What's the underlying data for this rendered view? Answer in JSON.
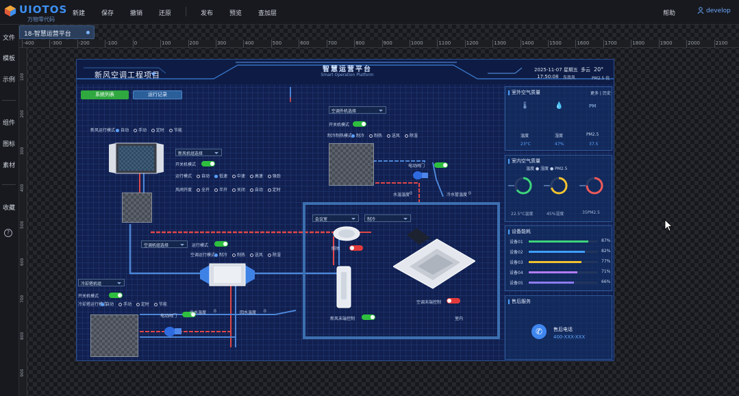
{
  "app": {
    "logo_text": "UIOTOS",
    "logo_sub": "万物零代码",
    "menu": [
      {
        "label": "新建"
      },
      {
        "label": "保存"
      },
      {
        "label": "撤销"
      },
      {
        "label": "还原"
      },
      {
        "label": "发布"
      },
      {
        "label": "预览"
      },
      {
        "label": "查加层"
      }
    ],
    "help_label": "帮助",
    "user_label": "develop"
  },
  "sidebar": {
    "items": [
      {
        "label": "文件"
      },
      {
        "label": "模板"
      },
      {
        "label": "示例"
      },
      {
        "label": "组件"
      },
      {
        "label": "图标"
      },
      {
        "label": "素材"
      },
      {
        "label": "收藏"
      }
    ],
    "help_glyph": "?"
  },
  "tab": {
    "label": "18-智慧运营平台"
  },
  "ruler": {
    "top_ticks": [
      "-400",
      "-300",
      "-200",
      "-100",
      "0",
      "100",
      "200",
      "300",
      "400",
      "500",
      "600",
      "700",
      "800",
      "900",
      "1000",
      "1100",
      "1200",
      "1300",
      "1400",
      "1500",
      "1600",
      "1700",
      "1800",
      "1900",
      "2000",
      "2100"
    ],
    "left_ticks": [
      "100",
      "200",
      "300",
      "400",
      "500",
      "600",
      "700",
      "800",
      "900"
    ]
  },
  "canvas": {
    "project_title": "新风空调工程项目",
    "platform_title": "智慧运营平台",
    "platform_sub": "Smart Operation Platform",
    "date": "2025-11-07 星期五",
    "time": "17:50:08",
    "weather": "多云",
    "wind": "东南风",
    "temp": "20°",
    "temp_sub": "PM2.5 优",
    "btn_system": "系统列表",
    "btn_records": "运行记录",
    "fresh_air": {
      "mode_label": "新风运行模式",
      "mode_options": [
        "自动",
        "手动",
        "定时",
        "节能"
      ],
      "select_value": "新风机组选择",
      "switch_label": "开关机模式",
      "speed_label": "运行模式",
      "speed_options": [
        "自动",
        "低速",
        "中速",
        "高速",
        "强劲"
      ],
      "fan_label": "风阀开度",
      "fan_options": [
        "全开",
        "半开",
        "关闭",
        "自动",
        "定时"
      ]
    },
    "outdoor": {
      "select_value": "空调外机选择",
      "switch_label": "开关机模式",
      "mode_label": "制冷制热模式",
      "mode_options": [
        "制冷",
        "制热",
        "送风",
        "除湿"
      ]
    },
    "valve_label": "电动阀门",
    "water_temp_label": "水温温度",
    "water_temp_value": "0",
    "pipe_temp_label": "冷水管温度",
    "pipe_temp_value": "0",
    "ahu": {
      "select_value": "空调机组选择",
      "switch_label": "运行模式",
      "mode_label": "空调运行模式",
      "mode_options": [
        "制冷",
        "制热",
        "送风",
        "除湿"
      ]
    },
    "bottom": {
      "select_value": "冷却塔机组",
      "switch_label": "开关机模式",
      "mode_label": "冷却塔运行模式",
      "mode_options": [
        "自动",
        "手动",
        "定时",
        "节能"
      ],
      "valve_label": "电动阀门",
      "water_temp_label": "出水温度",
      "water_temp_value": "0",
      "return_temp_label": "回水温度",
      "return_temp_value": "0"
    },
    "room": {
      "select1": "会议室",
      "select2": "制冷",
      "light_label": "照明",
      "vrv_label": "空调末端控制",
      "fresh_label": "新风末端控制",
      "room_label": "室内"
    },
    "panels": {
      "outdoor_title": "室外空气质量",
      "outdoor_tag": "更多 | 历史",
      "outdoor_items": [
        {
          "icon": "thermometer-icon",
          "label": "温度",
          "value": "23°C"
        },
        {
          "icon": "drop-icon",
          "label": "湿度",
          "value": "47%"
        },
        {
          "icon": "pm-icon",
          "label": "PM2.5",
          "value": "37.5"
        }
      ],
      "indoor_title": "室内空气质量",
      "indoor_legend": "温度  ● 湿度  ● PM2.5",
      "indoor_items": [
        {
          "label": "22.5°C温度",
          "value": 65,
          "color": "#3ed57c"
        },
        {
          "label": "45%湿度",
          "value": 70,
          "color": "#f2c22f"
        },
        {
          "label": "35PM2.5",
          "value": 75,
          "color": "#ef5a5a"
        }
      ],
      "energy_title": "设备能耗",
      "energy_rows": [
        {
          "label": "设备01",
          "value": "87%",
          "pct": 87,
          "color": "#3ed57c"
        },
        {
          "label": "设备02",
          "value": "82%",
          "pct": 82,
          "color": "#3fa0ff"
        },
        {
          "label": "设备03",
          "value": "77%",
          "pct": 77,
          "color": "#f2c22f"
        },
        {
          "label": "设备04",
          "value": "71%",
          "pct": 71,
          "color": "#b17cf2"
        },
        {
          "label": "设备05",
          "value": "66%",
          "pct": 66,
          "color": "#8f7bf0"
        }
      ],
      "service_title": "售后服务",
      "service_label": "售后电话",
      "service_phone": "400-XXX-XXX"
    }
  },
  "colors": {
    "accent": "#3d8ff2",
    "canvas_bg": "#112050",
    "pipe_red": "#e24848",
    "pipe_blue": "#4d86d8",
    "switch_on": "#2fbf3f",
    "switch_off": "#e23a3a"
  }
}
